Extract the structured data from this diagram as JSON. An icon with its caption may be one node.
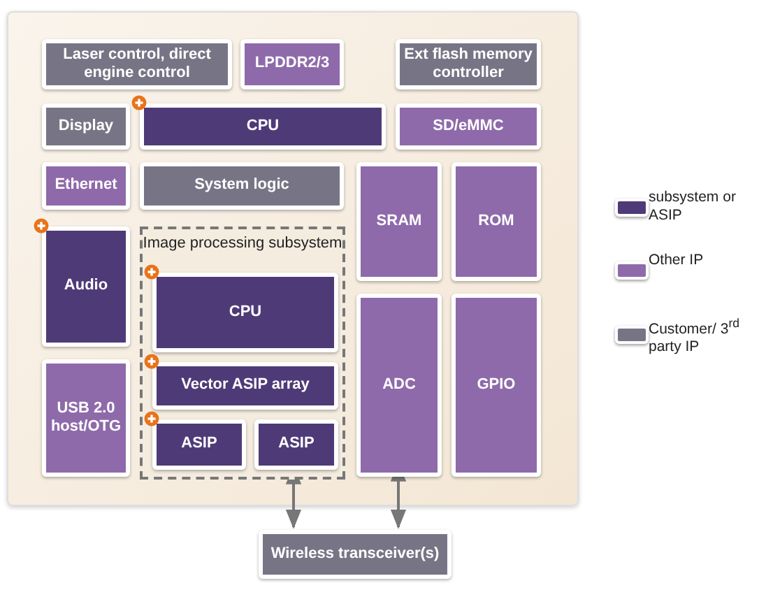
{
  "diagram": {
    "nodes": [
      {
        "text": [
          "Laser control, direct engine control"
        ]
      },
      {
        "text": [
          "LPDDR2/3"
        ]
      },
      {
        "text": [
          "Ext flash memory controller"
        ]
      },
      {
        "text": [
          "Display"
        ]
      },
      {
        "text": [
          "CPU"
        ]
      },
      {
        "text": [
          "SD/eMMC"
        ]
      },
      {
        "text": [
          "Ethernet"
        ]
      },
      {
        "text": [
          "System logic"
        ]
      },
      {
        "text": [
          "SRAM"
        ]
      },
      {
        "text": [
          "ROM"
        ]
      },
      {
        "text": [
          "Audio"
        ]
      },
      {
        "text": [
          "Image processing subsystem"
        ]
      },
      {
        "text": [
          "CPU"
        ],
        "in": 11
      },
      {
        "text": [
          "Vector ASIP array"
        ],
        "in": 11
      },
      {
        "text": [
          "ASIP"
        ],
        "in": 11
      },
      {
        "text": [
          "ASIP"
        ],
        "in": 11
      },
      {
        "text": [
          "USB 2.0 host/OTG"
        ]
      },
      {
        "text": [
          "ADC"
        ]
      },
      {
        "text": [
          "GPIO"
        ]
      },
      {
        "text": [
          "Wireless transceiver(s)"
        ]
      }
    ],
    "edges": [
      {
        "from": 11,
        "to": 19,
        "arrow": "both"
      },
      {
        "from": 17,
        "to": 19,
        "arrow": "both"
      }
    ],
    "legend": [
      {
        "text": "subsystem or ASIP",
        "color": "#4f3a78"
      },
      {
        "text": "Other IP",
        "color": "#8e6aaa"
      },
      {
        "text": "Customer/ 3$^{rd}$ party IP",
        "color": "#777585"
      }
    ]
  }
}
